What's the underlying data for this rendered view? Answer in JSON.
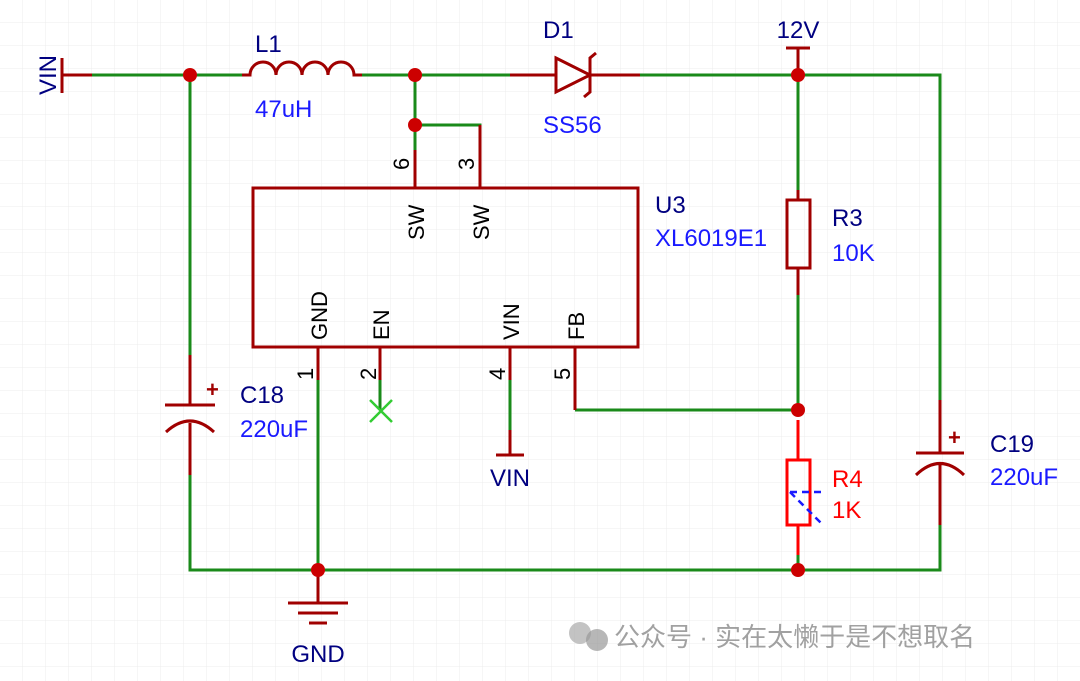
{
  "colors": {
    "wire": "#1a8a1a",
    "pin": "#a00000",
    "junction": "#cc0000",
    "designator": "#000080",
    "value": "#1a1aff",
    "highlight": "#ff0000",
    "no_connect": "#33cc33"
  },
  "nets": {
    "vin_left": "VIN",
    "vin_pin": "VIN",
    "out": "12V",
    "gnd": "GND"
  },
  "L1": {
    "designator": "L1",
    "value": "47uH"
  },
  "D1": {
    "designator": "D1",
    "value": "SS56"
  },
  "U3": {
    "designator": "U3",
    "value": "XL6019E1",
    "pins": [
      {
        "num": "6",
        "name": "SW"
      },
      {
        "num": "3",
        "name": "SW"
      },
      {
        "num": "1",
        "name": "GND"
      },
      {
        "num": "2",
        "name": "EN"
      },
      {
        "num": "4",
        "name": "VIN"
      },
      {
        "num": "5",
        "name": "FB"
      }
    ]
  },
  "R3": {
    "designator": "R3",
    "value": "10K"
  },
  "R4": {
    "designator": "R4",
    "value": "1K"
  },
  "C18": {
    "designator": "C18",
    "value": "220uF",
    "polarity": "+"
  },
  "C19": {
    "designator": "C19",
    "value": "220uF",
    "polarity": "+"
  },
  "watermark": "公众号 · 实在太懒于是不想取名"
}
